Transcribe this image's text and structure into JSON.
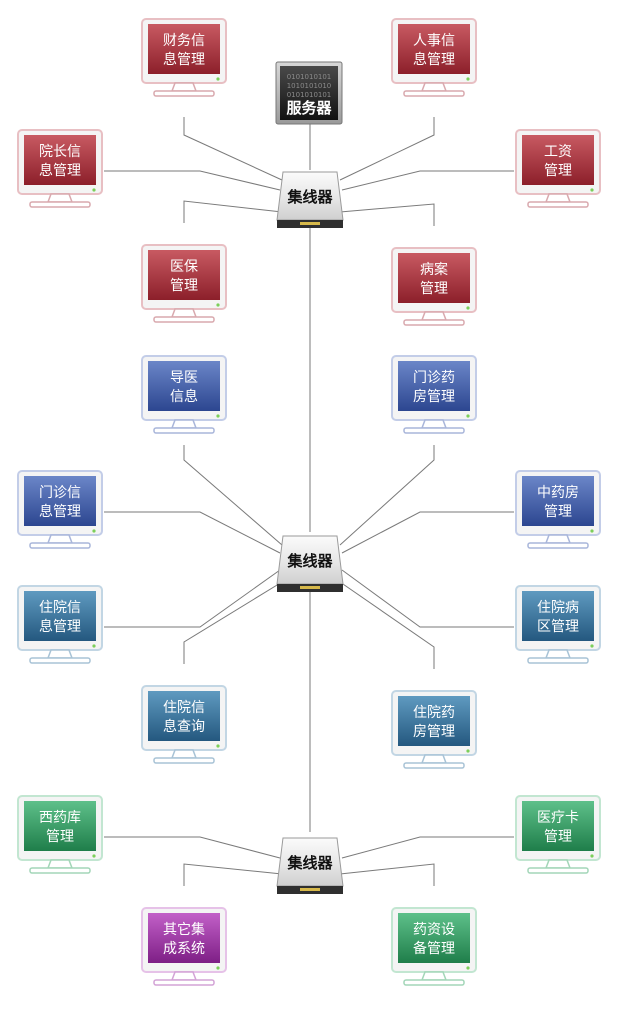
{
  "server": {
    "binary_lines": [
      "0101010101",
      "1010101010",
      "0101010101"
    ],
    "label": "服务器"
  },
  "hubs": [
    {
      "id": "hub1",
      "label": "集线器"
    },
    {
      "id": "hub2",
      "label": "集线器"
    },
    {
      "id": "hub3",
      "label": "集线器"
    }
  ],
  "terminals": [
    {
      "id": "t1",
      "hub": "hub1",
      "color": "red",
      "lines": [
        "财务信",
        "息管理"
      ]
    },
    {
      "id": "t2",
      "hub": "hub1",
      "color": "red",
      "lines": [
        "人事信",
        "息管理"
      ]
    },
    {
      "id": "t3",
      "hub": "hub1",
      "color": "red",
      "lines": [
        "院长信",
        "息管理"
      ]
    },
    {
      "id": "t4",
      "hub": "hub1",
      "color": "red",
      "lines": [
        "工资",
        "管理"
      ]
    },
    {
      "id": "t5",
      "hub": "hub1",
      "color": "red",
      "lines": [
        "医保",
        "管理"
      ]
    },
    {
      "id": "t6",
      "hub": "hub1",
      "color": "red",
      "lines": [
        "病案",
        "管理"
      ]
    },
    {
      "id": "t7",
      "hub": "hub2",
      "color": "blue",
      "lines": [
        "导医",
        "信息"
      ]
    },
    {
      "id": "t8",
      "hub": "hub2",
      "color": "blue",
      "lines": [
        "门诊药",
        "房管理"
      ]
    },
    {
      "id": "t9",
      "hub": "hub2",
      "color": "blue",
      "lines": [
        "门诊信",
        "息管理"
      ]
    },
    {
      "id": "t10",
      "hub": "hub2",
      "color": "blue",
      "lines": [
        "中药房",
        "管理"
      ]
    },
    {
      "id": "t11",
      "hub": "hub2",
      "color": "teal",
      "lines": [
        "住院信",
        "息管理"
      ]
    },
    {
      "id": "t12",
      "hub": "hub2",
      "color": "teal",
      "lines": [
        "住院病",
        "区管理"
      ]
    },
    {
      "id": "t13",
      "hub": "hub2",
      "color": "teal",
      "lines": [
        "住院信",
        "息查询"
      ]
    },
    {
      "id": "t14",
      "hub": "hub2",
      "color": "teal",
      "lines": [
        "住院药",
        "房管理"
      ]
    },
    {
      "id": "t15",
      "hub": "hub3",
      "color": "green",
      "lines": [
        "西药库",
        "管理"
      ]
    },
    {
      "id": "t16",
      "hub": "hub3",
      "color": "green",
      "lines": [
        "医疗卡",
        "管理"
      ]
    },
    {
      "id": "t17",
      "hub": "hub3",
      "color": "purple",
      "lines": [
        "其它集",
        "成系统"
      ]
    },
    {
      "id": "t18",
      "hub": "hub3",
      "color": "green",
      "lines": [
        "药资设",
        "备管理"
      ]
    }
  ],
  "colors": {
    "red": {
      "screen_top": "#c85a62",
      "screen_bottom": "#8c1f2a",
      "frame": "#e8bfc3",
      "stand": "#d9a9ae"
    },
    "blue": {
      "screen_top": "#6b86c8",
      "screen_bottom": "#2c4690",
      "frame": "#c3cde8",
      "stand": "#a9b6da"
    },
    "teal": {
      "screen_top": "#5f9ac0",
      "screen_bottom": "#24587f",
      "frame": "#c2d6e4",
      "stand": "#a8c3d6"
    },
    "green": {
      "screen_top": "#5ec08a",
      "screen_bottom": "#1f7e4a",
      "frame": "#c2e6d1",
      "stand": "#a3d6b8"
    },
    "purple": {
      "screen_top": "#c260c8",
      "screen_bottom": "#7e1f86",
      "frame": "#e6c2e8",
      "stand": "#d3a3d6"
    },
    "line": "#7a7a7a",
    "text": "#ffffff"
  }
}
